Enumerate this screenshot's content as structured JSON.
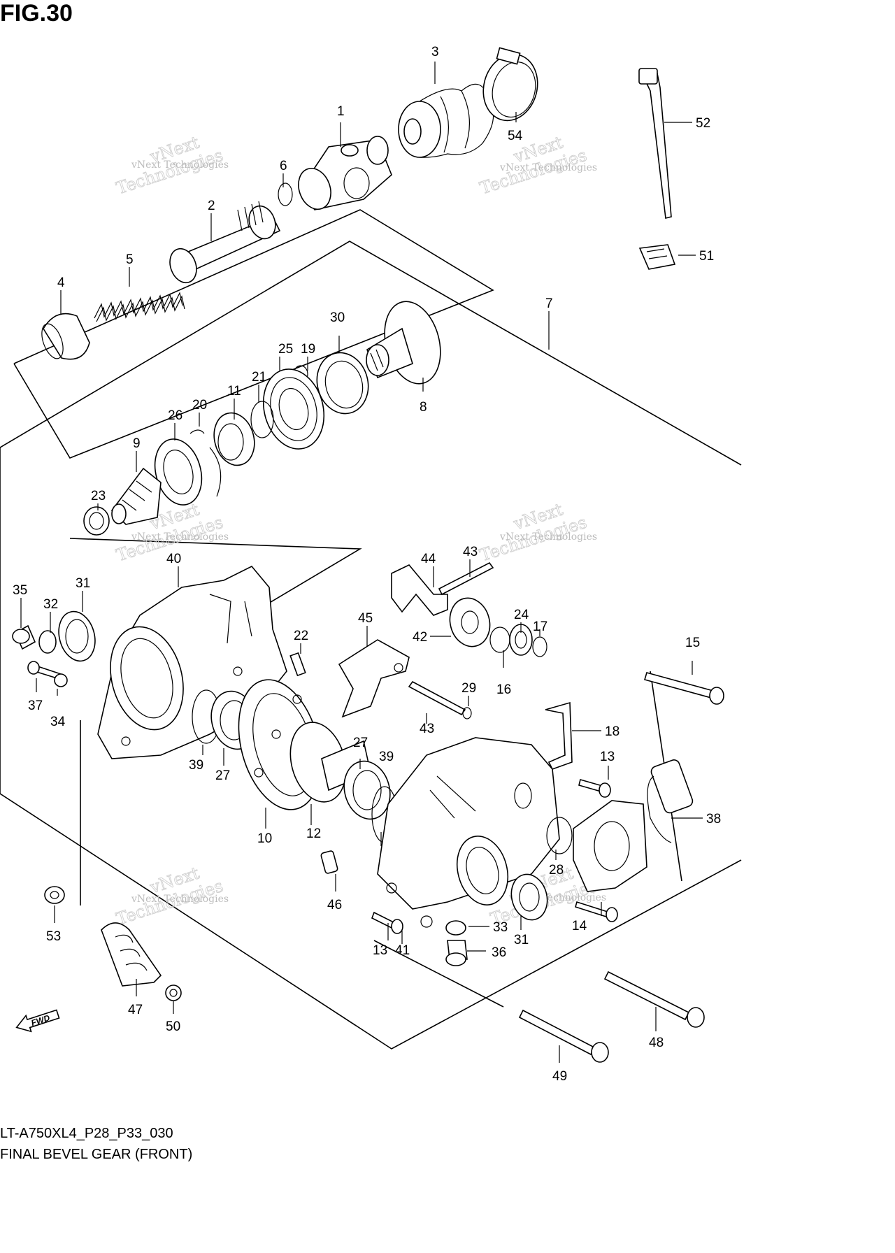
{
  "figure_label": "FIG.30",
  "model_code": "LT-A750XL4_P28_P33_030",
  "diagram_title": "FINAL BEVEL GEAR (FRONT)",
  "fwd_label": "FWD",
  "watermark": {
    "line1": "vNext",
    "line2": "Technologies",
    "small": "vNext Technologies"
  },
  "callouts": [
    {
      "n": "1"
    },
    {
      "n": "2"
    },
    {
      "n": "3"
    },
    {
      "n": "4"
    },
    {
      "n": "5"
    },
    {
      "n": "6"
    },
    {
      "n": "7"
    },
    {
      "n": "8"
    },
    {
      "n": "9"
    },
    {
      "n": "10"
    },
    {
      "n": "11"
    },
    {
      "n": "12"
    },
    {
      "n": "13"
    },
    {
      "n": "13"
    },
    {
      "n": "14"
    },
    {
      "n": "15"
    },
    {
      "n": "16"
    },
    {
      "n": "17"
    },
    {
      "n": "18"
    },
    {
      "n": "19"
    },
    {
      "n": "20"
    },
    {
      "n": "21"
    },
    {
      "n": "22"
    },
    {
      "n": "23"
    },
    {
      "n": "24"
    },
    {
      "n": "25"
    },
    {
      "n": "26"
    },
    {
      "n": "27"
    },
    {
      "n": "27"
    },
    {
      "n": "28"
    },
    {
      "n": "29"
    },
    {
      "n": "30"
    },
    {
      "n": "31"
    },
    {
      "n": "31"
    },
    {
      "n": "32"
    },
    {
      "n": "33"
    },
    {
      "n": "34"
    },
    {
      "n": "35"
    },
    {
      "n": "36"
    },
    {
      "n": "37"
    },
    {
      "n": "38"
    },
    {
      "n": "39"
    },
    {
      "n": "39"
    },
    {
      "n": "40"
    },
    {
      "n": "41"
    },
    {
      "n": "42"
    },
    {
      "n": "43"
    },
    {
      "n": "43"
    },
    {
      "n": "44"
    },
    {
      "n": "45"
    },
    {
      "n": "46"
    },
    {
      "n": "47"
    },
    {
      "n": "48"
    },
    {
      "n": "49"
    },
    {
      "n": "50"
    },
    {
      "n": "51"
    },
    {
      "n": "52"
    },
    {
      "n": "53"
    },
    {
      "n": "54"
    }
  ]
}
